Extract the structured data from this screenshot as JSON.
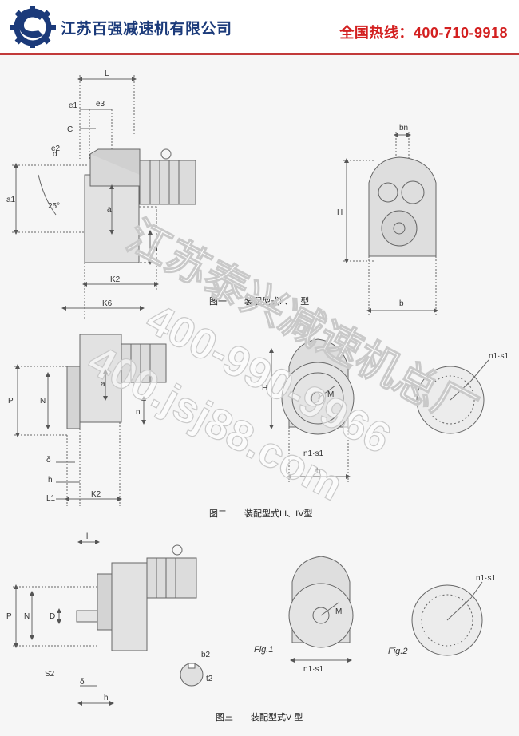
{
  "header": {
    "company_name": "江苏百强减速机有限公司",
    "hotline_label": "全国热线：",
    "hotline_number": "400-710-9918"
  },
  "colors": {
    "brand_blue": "#1b3a7a",
    "hotline_red": "#d32020",
    "rule_red": "#c23a3a"
  },
  "figure1": {
    "caption": "图一　　装配型式I 、II 型",
    "labels": {
      "L": "L",
      "e1": "e1",
      "e2": "e2",
      "C": "C",
      "e3": "e3",
      "d": "d",
      "a1": "a1",
      "a": "a",
      "angle": "25°",
      "n": "n",
      "K2": "K2",
      "K6": "K6",
      "bn": "bn",
      "H": "H",
      "b": "b"
    }
  },
  "figure2": {
    "caption": "图二　　装配型式III、IV型",
    "labels": {
      "P": "P",
      "N": "N",
      "a": "a",
      "n": "n",
      "H": "H",
      "M": "M",
      "nisi": "n1·s1",
      "b": "b",
      "delta": "δ",
      "h": "h",
      "L1": "L1",
      "K2": "K2",
      "ns_right": "n1·s1"
    }
  },
  "figure3": {
    "caption": "图三　　装配型式V 型",
    "labels": {
      "l": "l",
      "P": "P",
      "N": "N",
      "D": "D",
      "S2": "S2",
      "delta": "δ",
      "h": "h",
      "b2": "b2",
      "t2": "t2",
      "M": "M",
      "nisi": "n1·s1",
      "ns_right": "n1·s1",
      "fig1": "Fig.1",
      "fig2": "Fig.2"
    }
  },
  "watermark": {
    "line1": "江苏泰兴减速机总厂",
    "line2": "400-990-9966",
    "line3": "400.jsj88.com"
  }
}
